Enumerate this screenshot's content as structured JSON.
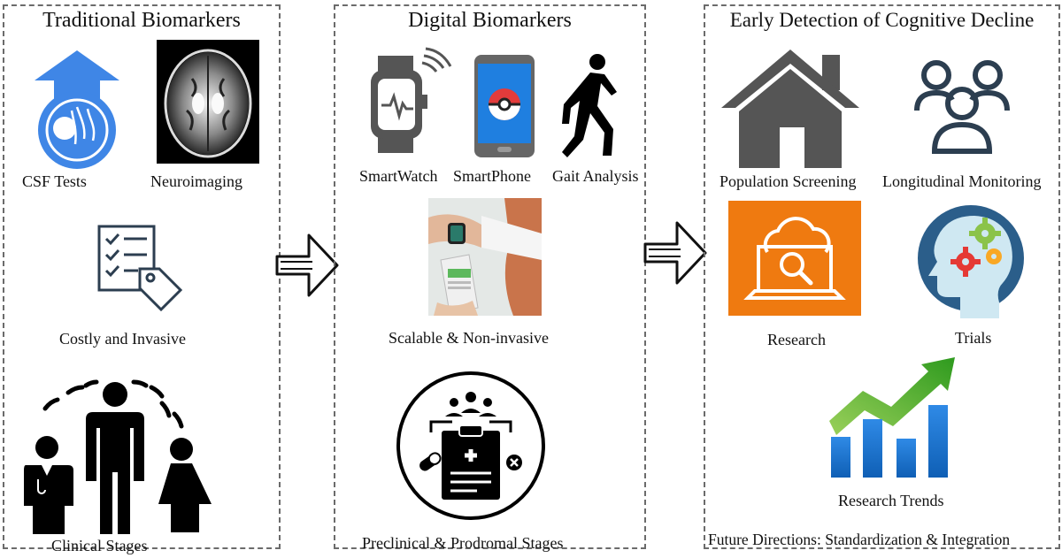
{
  "traditional": {
    "title": "Traditional Biomarkers",
    "items": {
      "csf": "CSF Tests",
      "neuro": "Neuroimaging",
      "costly": "Costly and Invasive",
      "clinical": "Clinical Stages"
    }
  },
  "digital": {
    "title": "Digital Biomarkers",
    "items": {
      "watch": "SmartWatch",
      "phone": "SmartPhone",
      "gait": "Gait Analysis",
      "scalable": "Scalable & Non-invasive",
      "preclinical": "Preclinical & Prodromal Stages"
    }
  },
  "early": {
    "title": "Early Detection of Cognitive Decline",
    "items": {
      "screening": "Population Screening",
      "monitoring": "Longitudinal Monitoring",
      "research": "Research",
      "trials": "Trials",
      "trends": "Research Trends"
    },
    "footer": "Future Directions: Standardization & Integration"
  },
  "colors": {
    "csf_blue": "#3f86e6",
    "research_orange": "#ef7a10",
    "chart_blue": "#1f78d1",
    "trend_green": "#4caf1f",
    "house_gray": "#555555",
    "head_blue": "#2b5e8a"
  },
  "icons": [
    "blood-drop-up-icon",
    "brain-mri-image",
    "checklist-tag-icon",
    "people-stages-icon",
    "smartwatch-icon",
    "smartphone-icon",
    "walking-person-icon",
    "watch-photo",
    "clipboard-medical-icon",
    "house-icon",
    "group-icon",
    "laptop-cloud-search-icon",
    "head-gears-icon",
    "trend-chart-icon",
    "flow-arrow-icon"
  ]
}
